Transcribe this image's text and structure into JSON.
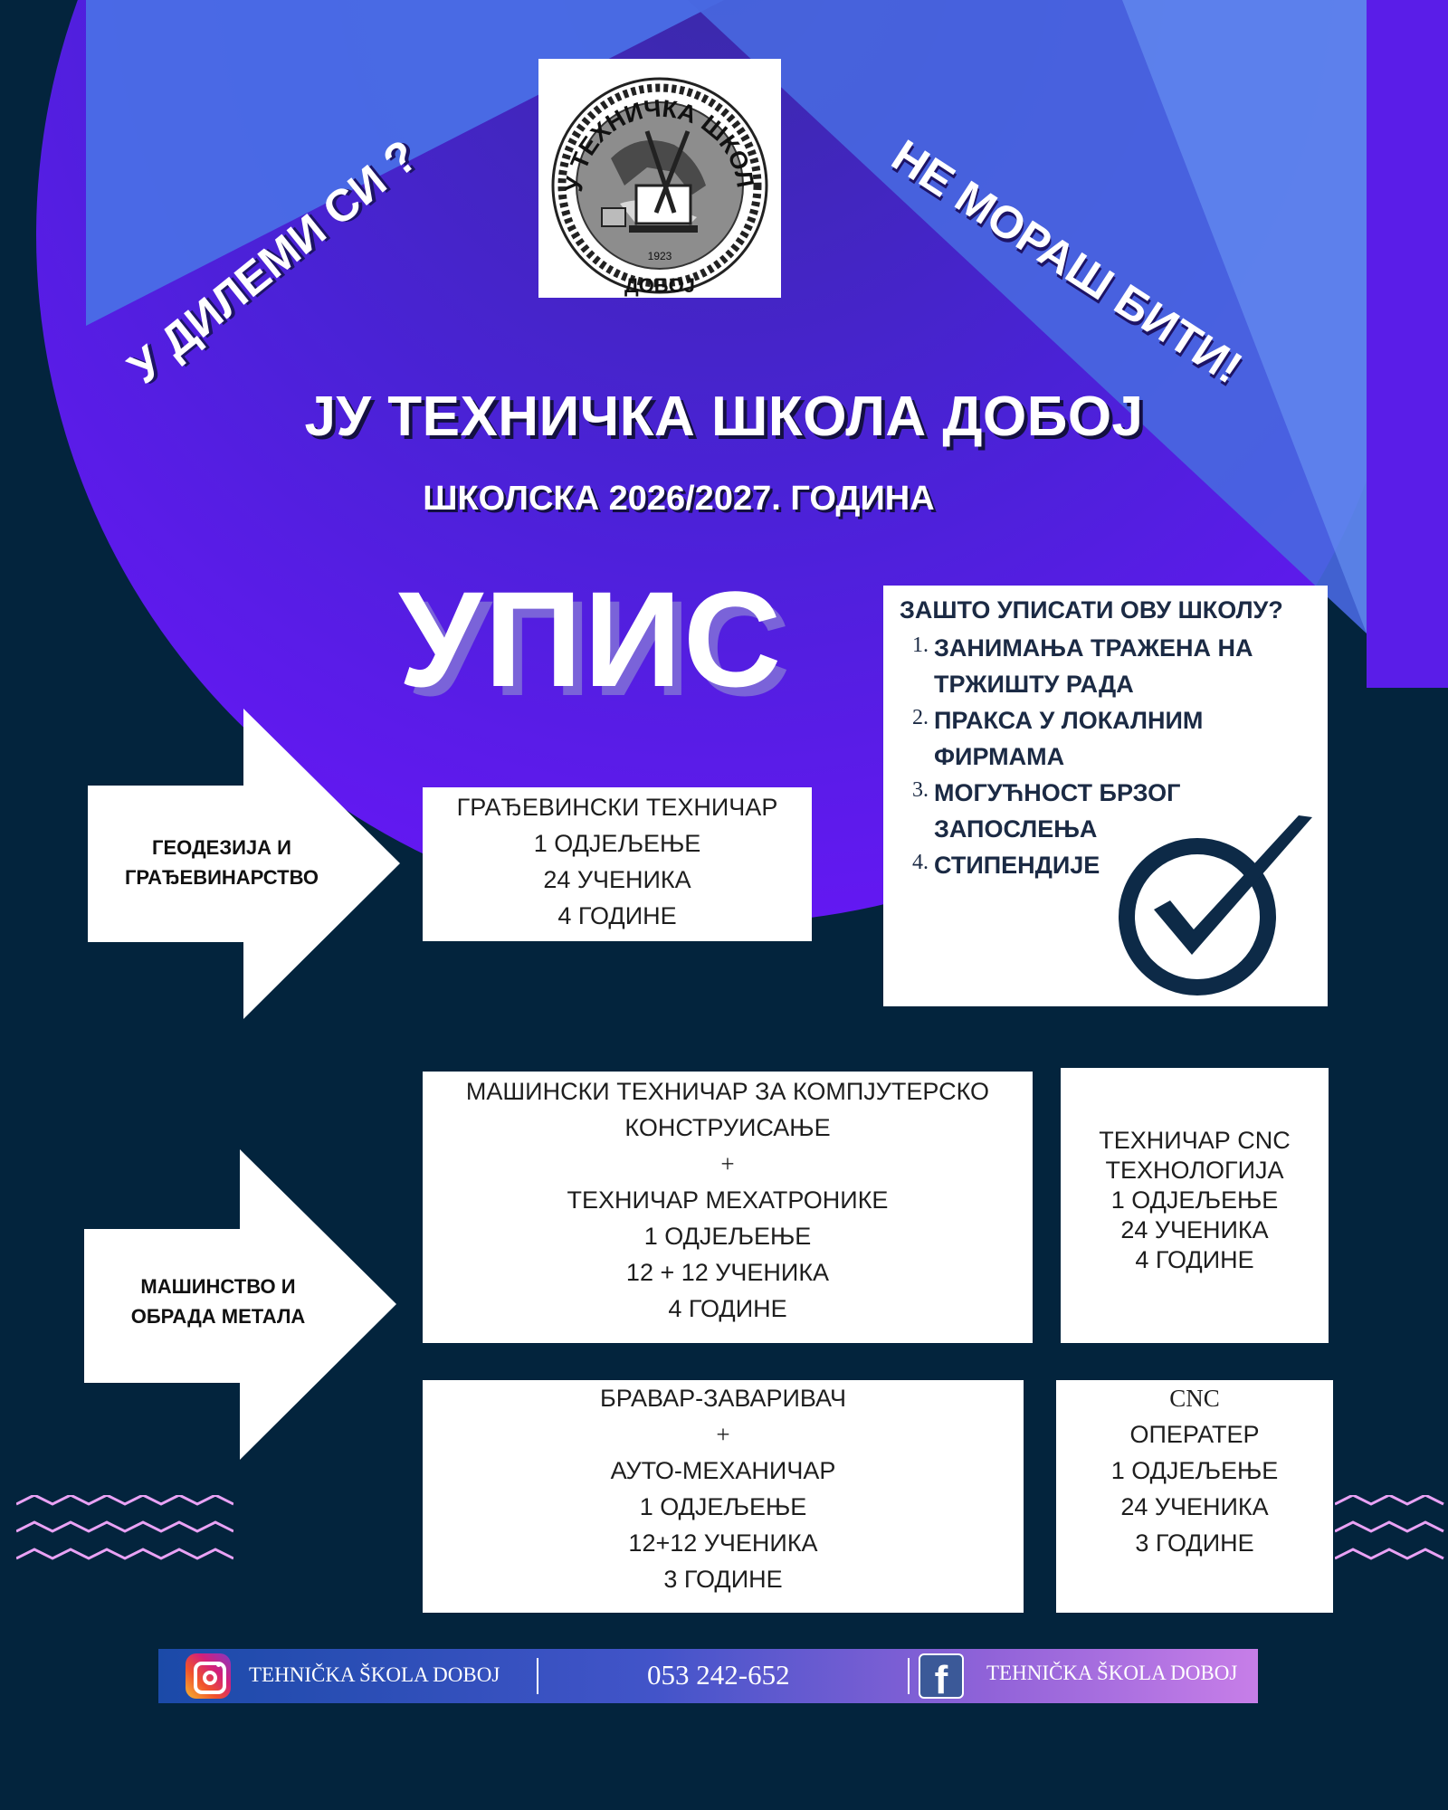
{
  "colors": {
    "background_navy": "#03243d",
    "accent_purple": "#5b1cf0",
    "accent_blue": "#4a6ee6",
    "text_dark": "#1b2a44",
    "footer_start": "#1b4aa8",
    "footer_end": "#c77ee8"
  },
  "logo": {
    "arc_text": "ЈУ ТЕХНИЧКА ШКОЛА",
    "year": "1923",
    "city": "ДОБОЈ"
  },
  "slogan_left": "У ДИЛЕМИ СИ ?",
  "slogan_right": "НЕ МОРАШ БИТИ!",
  "school_name": "ЈУ ТЕХНИЧКА ШКОЛА ДОБОЈ",
  "school_year": "ШКОЛСКА 2026/2027. ГОДИНА",
  "enrollment_heading": "УПИС",
  "why_section": {
    "title": "ЗАШТО УПИСАТИ ОВУ ШКОЛУ?",
    "reasons": [
      {
        "num": "1.",
        "line1": "ЗАНИМАЊА ТРАЖЕНА НА",
        "line2": "ТРЖИШТУ РАДА"
      },
      {
        "num": "2.",
        "line1": "ПРАКСА У ЛОКАЛНИМ",
        "line2": "ФИРМАМА"
      },
      {
        "num": "3.",
        "line1": "МОГУЋНОСТ БРЗОГ",
        "line2": "ЗАПОСЛЕЊА"
      },
      {
        "num": "4.",
        "line1": "СТИПЕНДИЈЕ",
        "line2": ""
      }
    ],
    "icon": "checkmark-circle-icon"
  },
  "fields": [
    {
      "label_line1": "ГЕОДЕЗИЈА И",
      "label_line2": "ГРАЂЕВИНАРСТВО",
      "programs": [
        {
          "lines": [
            "ГРАЂЕВИНСКИ ТЕХНИЧАР",
            "1 ОДЈЕЉЕЊЕ",
            "24 УЧЕНИКА",
            "4 ГОДИНЕ"
          ]
        }
      ]
    },
    {
      "label_line1": "МАШИНСТВО И",
      "label_line2": "ОБРАДА МЕТАЛА",
      "programs": [
        {
          "lines": [
            "МАШИНСКИ ТЕХНИЧАР ЗА КОМПЈУТЕРСКО",
            "КОНСТРУИСАЊЕ",
            "+",
            "ТЕХНИЧАР  МЕХАТРОНИКЕ",
            "1 ОДЈЕЉЕЊЕ",
            "12 + 12 УЧЕНИКА",
            "4 ГОДИНЕ"
          ]
        },
        {
          "lines": [
            "ТЕХНИЧАР CNC",
            "ТЕХНОЛОГИЈА",
            "1 ОДЈЕЉЕЊЕ",
            "24 УЧЕНИКА",
            "4 ГОДИНЕ"
          ]
        },
        {
          "lines": [
            "БРАВАР-ЗАВАРИВАЧ",
            "+",
            "АУТО-МЕХАНИЧАР",
            "1 ОДЈЕЉЕЊЕ",
            "12+12 УЧЕНИКА",
            "3 ГОДИНЕ"
          ]
        },
        {
          "lines": [
            "CNC",
            "ОПЕРАТЕР",
            "1 ОДЈЕЉЕЊЕ",
            "24 УЧЕНИКА",
            "3 ГОДИНЕ"
          ]
        }
      ]
    }
  ],
  "footer": {
    "instagram_icon": "instagram-icon",
    "instagram_handle": "TEHNIČKA ŠKOLA DOBOJ",
    "phone": "053 242-652",
    "facebook_icon": "facebook-icon",
    "facebook_handle": "TEHNIČKA ŠKOLA DOBOJ"
  }
}
